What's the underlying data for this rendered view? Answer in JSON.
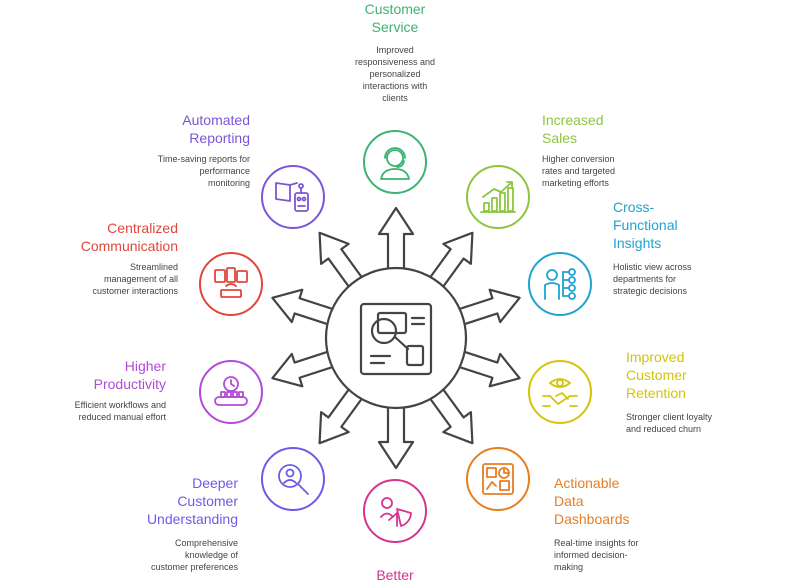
{
  "colors": {
    "customer_service": "#3cb371",
    "increased_sales": "#8cc63f",
    "cross_functional": "#1fa3d0",
    "retention": "#d4c40a",
    "dashboards": "#e67e22",
    "better": "#d6338f",
    "deeper": "#6c5ce7",
    "productivity": "#b24bd6",
    "communication": "#e0473c",
    "reporting": "#7b56d6",
    "hub": "#444444"
  },
  "items": [
    {
      "id": "customer-service",
      "title_lines": [
        "Customer",
        "Service"
      ],
      "description_lines": [
        "Improved",
        "responsiveness and",
        "personalized",
        "interactions with",
        "clients"
      ],
      "icon": "agent-headset-icon"
    },
    {
      "id": "increased-sales",
      "title_lines": [
        "Increased",
        "Sales"
      ],
      "description_lines": [
        "Higher conversion",
        "rates and targeted",
        "marketing efforts"
      ],
      "icon": "bar-chart-growth-icon"
    },
    {
      "id": "cross-functional-insights",
      "title_lines": [
        "Cross-",
        "Functional",
        "Insights"
      ],
      "description_lines": [
        "Holistic view across",
        "departments for",
        "strategic decisions"
      ],
      "icon": "person-network-icon"
    },
    {
      "id": "improved-customer-retention",
      "title_lines": [
        "Improved",
        "Customer",
        "Retention"
      ],
      "description_lines": [
        "Stronger client loyalty",
        "and reduced churn"
      ],
      "icon": "handshake-eye-icon"
    },
    {
      "id": "actionable-data-dashboards",
      "title_lines": [
        "Actionable",
        "Data",
        "Dashboards"
      ],
      "description_lines": [
        "Real-time insights for",
        "informed decision-",
        "making"
      ],
      "icon": "dashboard-icon"
    },
    {
      "id": "better",
      "title_lines": [
        "Better"
      ],
      "description_lines": [],
      "icon": "segmentation-icon"
    },
    {
      "id": "deeper-customer-understanding",
      "title_lines": [
        "Deeper",
        "Customer",
        "Understanding"
      ],
      "description_lines": [
        "Comprehensive",
        "knowledge of",
        "customer preferences"
      ],
      "icon": "magnify-person-icon"
    },
    {
      "id": "higher-productivity",
      "title_lines": [
        "Higher",
        "Productivity"
      ],
      "description_lines": [
        "Efficient workflows and",
        "reduced manual effort"
      ],
      "icon": "clock-conveyor-icon"
    },
    {
      "id": "centralized-communication",
      "title_lines": [
        "Centralized",
        "Communication"
      ],
      "description_lines": [
        "Streamlined",
        "management of all",
        "customer interactions"
      ],
      "icon": "devices-router-icon"
    },
    {
      "id": "automated-reporting",
      "title_lines": [
        "Automated",
        "Reporting"
      ],
      "description_lines": [
        "Time-saving reports for",
        "performance",
        "monitoring"
      ],
      "icon": "book-robot-icon"
    }
  ]
}
